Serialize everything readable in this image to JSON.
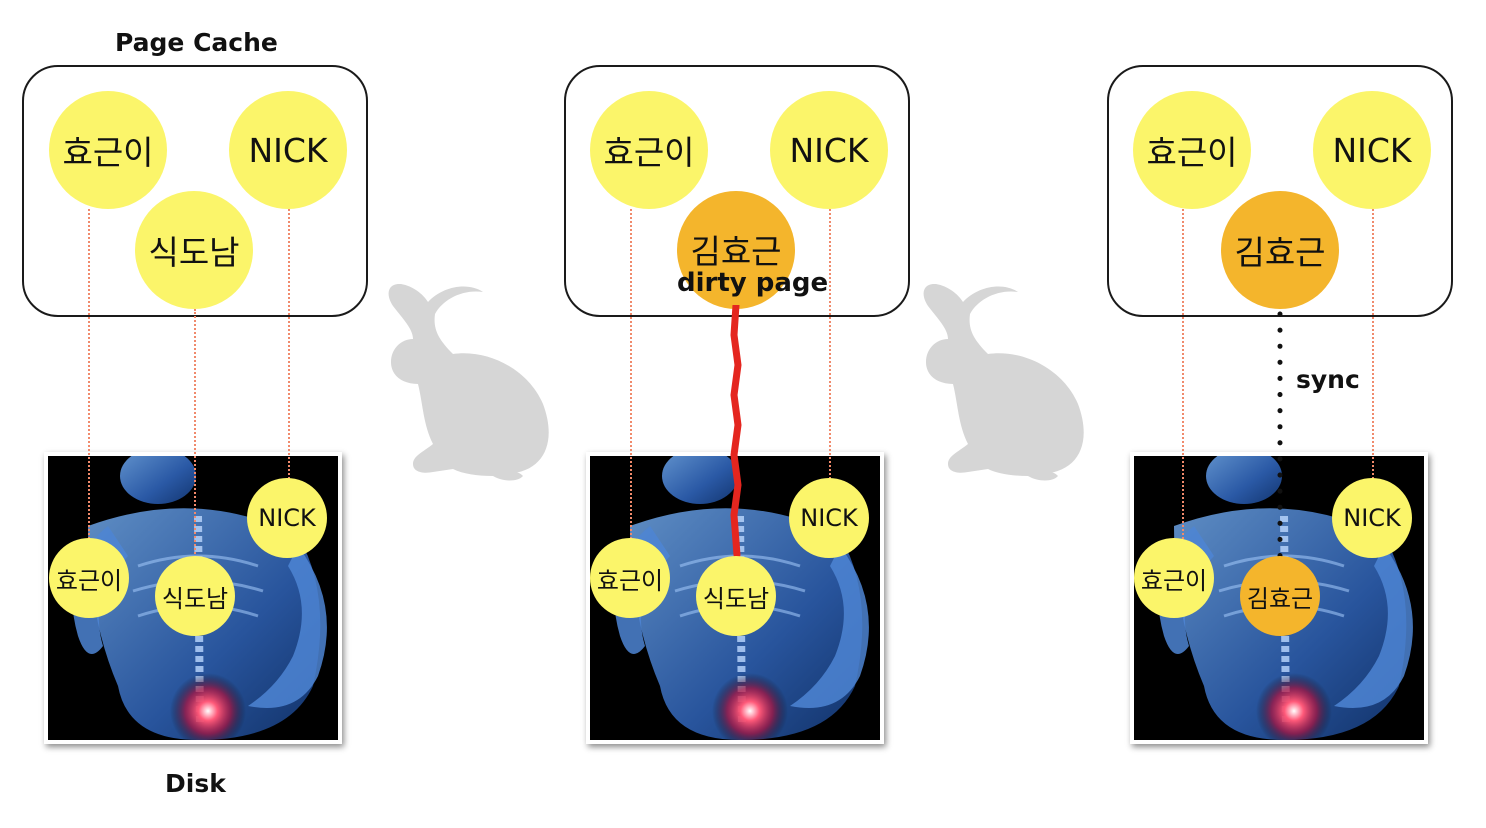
{
  "titles": {
    "page_cache": "Page Cache",
    "disk": "Disk"
  },
  "colors": {
    "clean": "#fbf56a",
    "dirty": "#f4b52c",
    "dirty_line": "#e4261f",
    "dotted_link": "#f08a6c"
  },
  "panel1": {
    "cache": [
      "효근이",
      "식도남",
      "NICK"
    ],
    "disk": [
      "효근이",
      "식도남",
      "NICK"
    ]
  },
  "panel2": {
    "cache": [
      "효근이",
      "NICK",
      "김효근"
    ],
    "dirty_label": "dirty page",
    "disk": [
      "효근이",
      "식도남",
      "NICK"
    ]
  },
  "panel3": {
    "cache": [
      "효근이",
      "NICK",
      "김효근"
    ],
    "sync_label": "sync",
    "disk": [
      "효근이",
      "김효근",
      "NICK"
    ]
  },
  "icons": [
    "rabbit-icon",
    "rabbit-icon"
  ]
}
